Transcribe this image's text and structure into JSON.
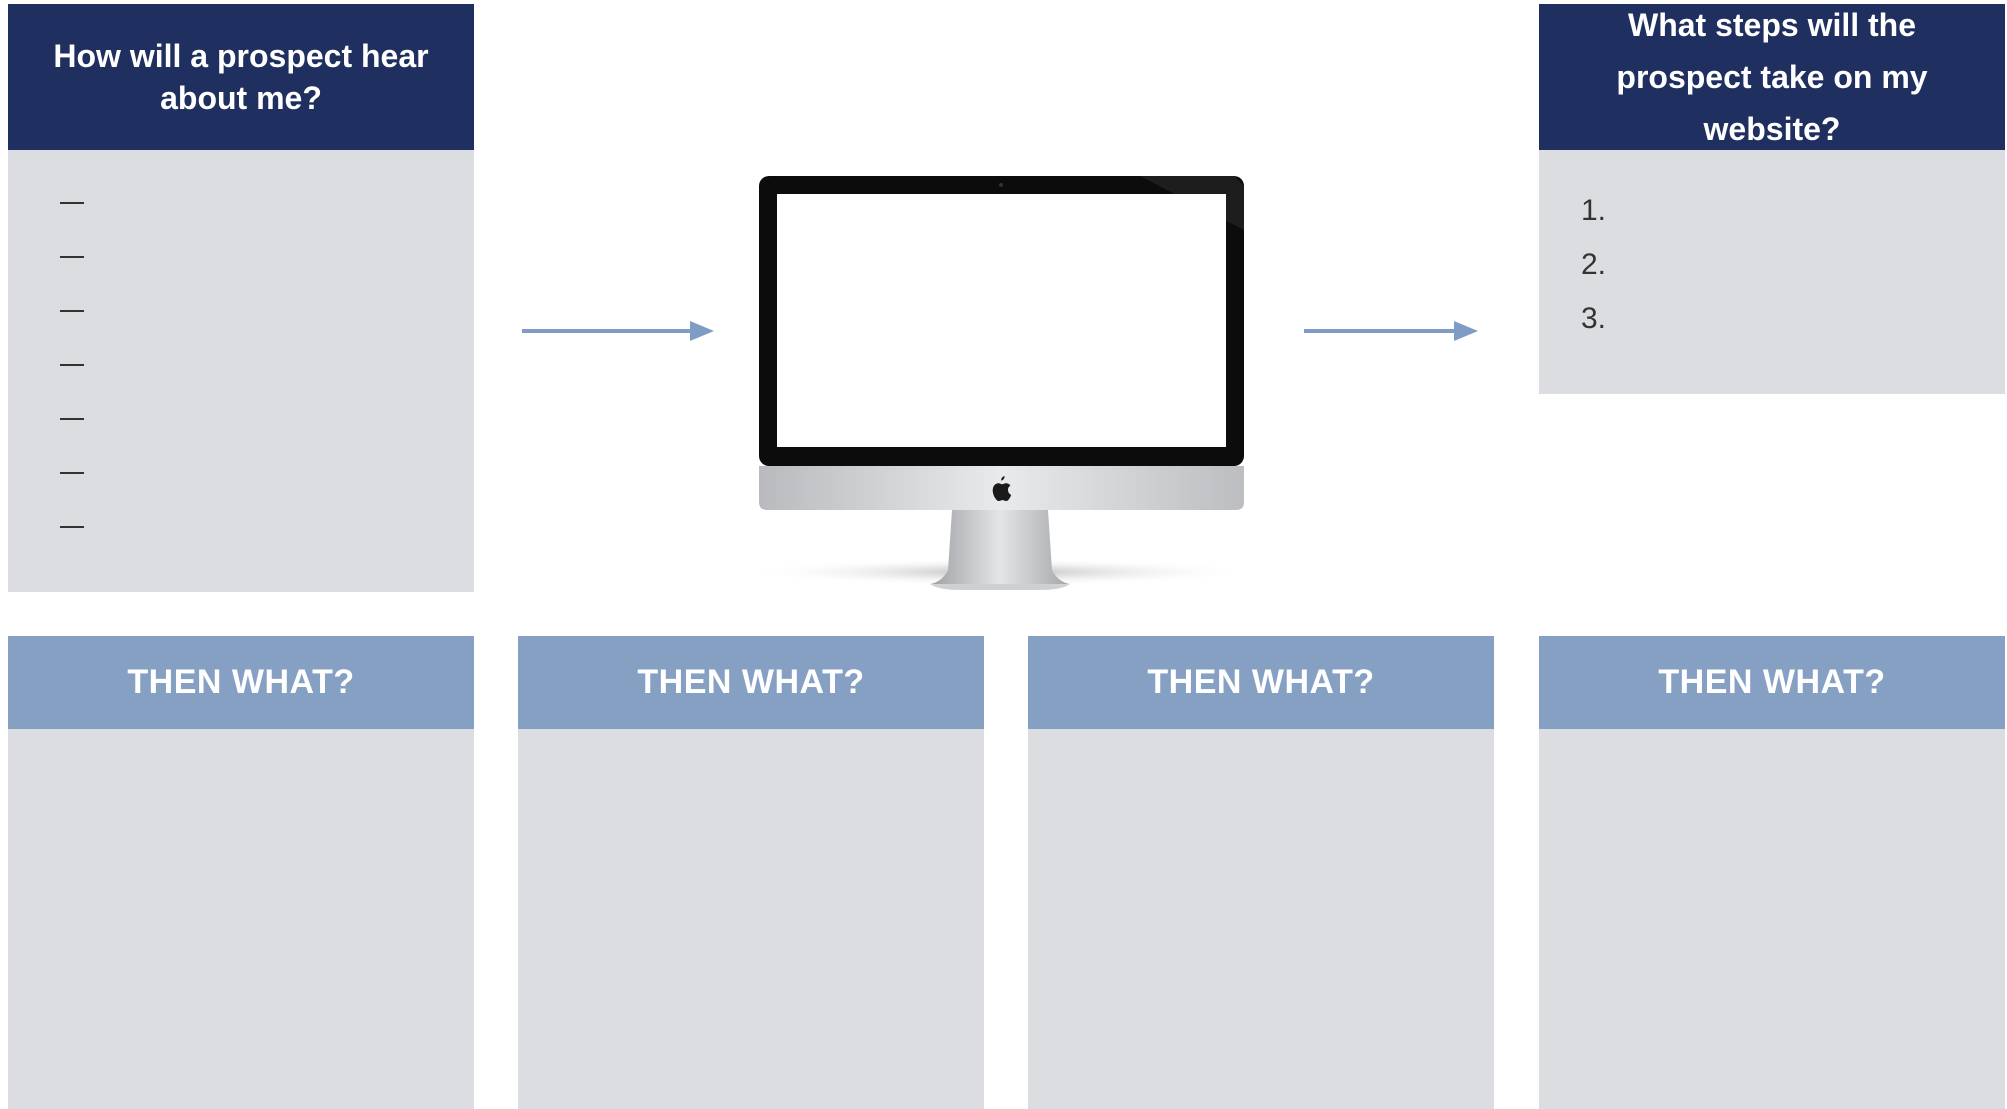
{
  "left_panel": {
    "title": "How will a prospect hear about me?",
    "items": [
      "—",
      "—",
      "—",
      "—",
      "—",
      "—",
      "—"
    ]
  },
  "right_panel": {
    "title": "What steps will the prospect take on my website?",
    "steps": [
      "1.",
      "2.",
      "3."
    ]
  },
  "bottom_panels": [
    {
      "title": "THEN WHAT?"
    },
    {
      "title": "THEN WHAT?"
    },
    {
      "title": "THEN WHAT?"
    },
    {
      "title": "THEN WHAT?"
    }
  ],
  "colors": {
    "dark_header": "#1f2f5f",
    "light_header": "#86a0c4",
    "panel_body": "#dcdde1",
    "arrow": "#7f9cc4"
  },
  "icons": {
    "monitor": "desktop-computer-icon",
    "brand": "apple-logo-icon"
  }
}
